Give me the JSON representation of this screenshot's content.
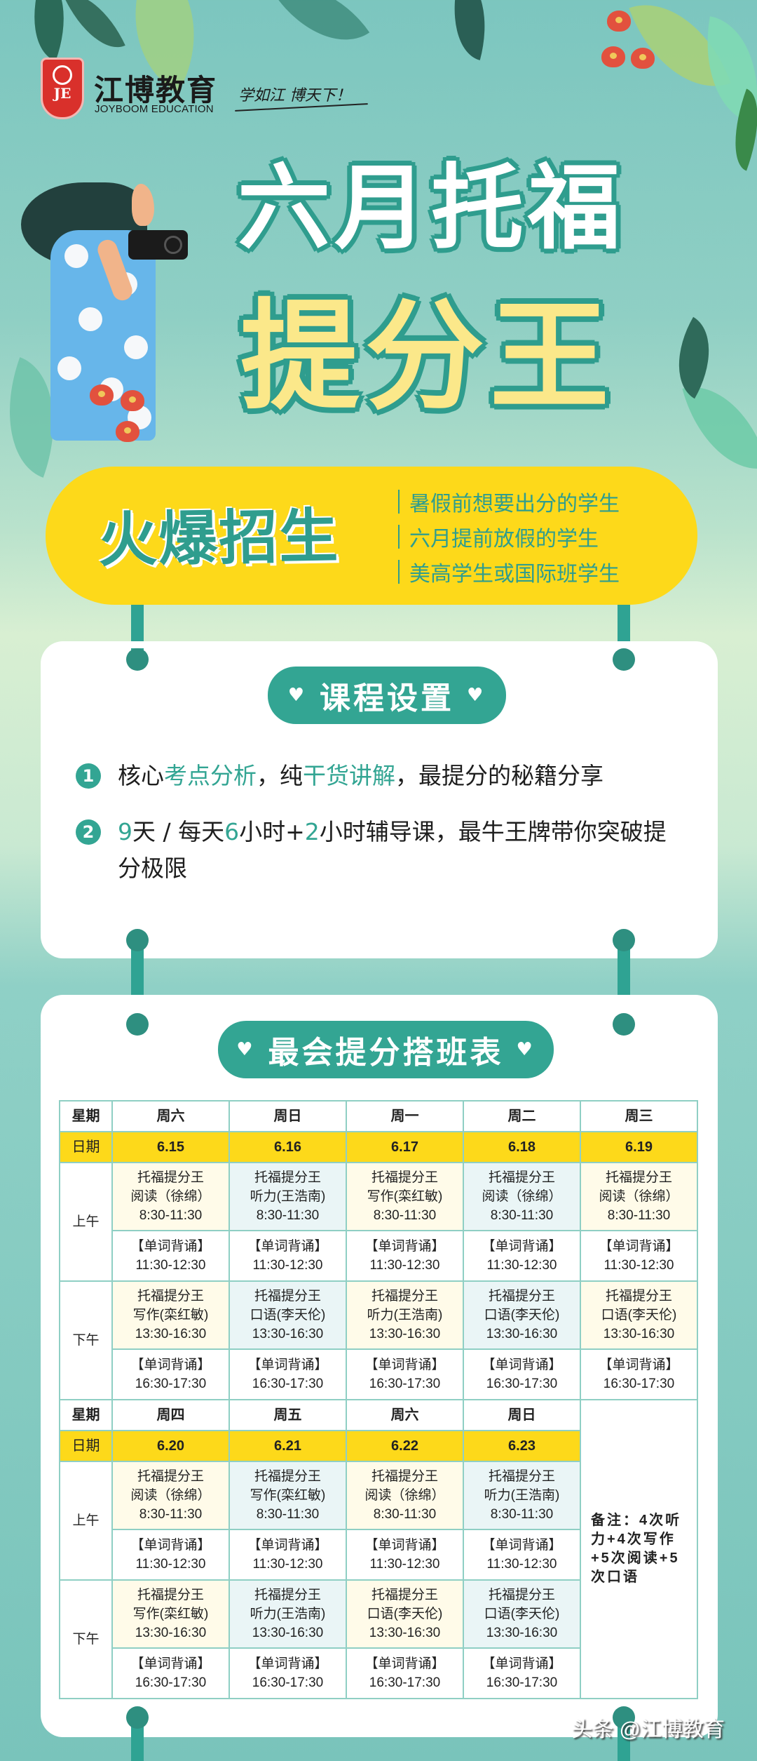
{
  "brand": {
    "logo_mark": "JE",
    "name_cn": "江博教育",
    "name_en": "JOYBOOM EDUCATION",
    "slogan": "学如江 博天下！"
  },
  "hero": {
    "title_line1": "六月托福",
    "title_line2": "提分王"
  },
  "banner": {
    "headline": "火爆招生",
    "targets": [
      "暑假前想要出分的学生",
      "六月提前放假的学生",
      "美高学生或国际班学生"
    ]
  },
  "course_section": {
    "title": "课程设置",
    "heart_icon": "♥",
    "items": [
      {
        "num": "1",
        "parts": [
          {
            "text": "核心",
            "hl": false
          },
          {
            "text": "考点分析",
            "hl": true
          },
          {
            "text": "，纯",
            "hl": false
          },
          {
            "text": "干货讲解",
            "hl": true
          },
          {
            "text": "，最提分的秘籍分享",
            "hl": false
          }
        ]
      },
      {
        "num": "2",
        "parts": [
          {
            "text": "9",
            "hl": true
          },
          {
            "text": "天 / 每天",
            "hl": false
          },
          {
            "text": "6",
            "hl": true
          },
          {
            "text": "小时+",
            "hl": false
          },
          {
            "text": "2",
            "hl": true
          },
          {
            "text": "小时辅导课，最牛王牌带你突破提分极限",
            "hl": false
          }
        ]
      }
    ]
  },
  "schedule": {
    "title": "最会提分搭班表",
    "labels": {
      "weekday": "星期",
      "date": "日期",
      "morning": "上午",
      "afternoon": "下午"
    },
    "week1": {
      "days": [
        "周六",
        "周日",
        "周一",
        "周二",
        "周三"
      ],
      "dates": [
        "6.15",
        "6.16",
        "6.17",
        "6.18",
        "6.19"
      ],
      "am_class": [
        [
          "托福提分王",
          "阅读（徐绵）",
          "8:30-11:30"
        ],
        [
          "托福提分王",
          "听力(王浩南)",
          "8:30-11:30"
        ],
        [
          "托福提分王",
          "写作(栾红敏)",
          "8:30-11:30"
        ],
        [
          "托福提分王",
          "阅读（徐绵）",
          "8:30-11:30"
        ],
        [
          "托福提分王",
          "阅读（徐绵）",
          "8:30-11:30"
        ]
      ],
      "am_word": [
        [
          "【单词背诵】",
          "11:30-12:30"
        ],
        [
          "【单词背诵】",
          "11:30-12:30"
        ],
        [
          "【单词背诵】",
          "11:30-12:30"
        ],
        [
          "【单词背诵】",
          "11:30-12:30"
        ],
        [
          "【单词背诵】",
          "11:30-12:30"
        ]
      ],
      "pm_class": [
        [
          "托福提分王",
          "写作(栾红敏)",
          "13:30-16:30"
        ],
        [
          "托福提分王",
          "口语(李天伦)",
          "13:30-16:30"
        ],
        [
          "托福提分王",
          "听力(王浩南)",
          "13:30-16:30"
        ],
        [
          "托福提分王",
          "口语(李天伦)",
          "13:30-16:30"
        ],
        [
          "托福提分王",
          "口语(李天伦)",
          "13:30-16:30"
        ]
      ],
      "pm_word": [
        [
          "【单词背诵】",
          "16:30-17:30"
        ],
        [
          "【单词背诵】",
          "16:30-17:30"
        ],
        [
          "【单词背诵】",
          "16:30-17:30"
        ],
        [
          "【单词背诵】",
          "16:30-17:30"
        ],
        [
          "【单词背诵】",
          "16:30-17:30"
        ]
      ]
    },
    "week2": {
      "days": [
        "周四",
        "周五",
        "周六",
        "周日"
      ],
      "dates": [
        "6.20",
        "6.21",
        "6.22",
        "6.23"
      ],
      "am_class": [
        [
          "托福提分王",
          "阅读（徐绵）",
          "8:30-11:30"
        ],
        [
          "托福提分王",
          "写作(栾红敏)",
          "8:30-11:30"
        ],
        [
          "托福提分王",
          "阅读（徐绵）",
          "8:30-11:30"
        ],
        [
          "托福提分王",
          "听力(王浩南)",
          "8:30-11:30"
        ]
      ],
      "am_word": [
        [
          "【单词背诵】",
          "11:30-12:30"
        ],
        [
          "【单词背诵】",
          "11:30-12:30"
        ],
        [
          "【单词背诵】",
          "11:30-12:30"
        ],
        [
          "【单词背诵】",
          "11:30-12:30"
        ]
      ],
      "pm_class": [
        [
          "托福提分王",
          "写作(栾红敏)",
          "13:30-16:30"
        ],
        [
          "托福提分王",
          "听力(王浩南)",
          "13:30-16:30"
        ],
        [
          "托福提分王",
          "口语(李天伦)",
          "13:30-16:30"
        ],
        [
          "托福提分王",
          "口语(李天伦)",
          "13:30-16:30"
        ]
      ],
      "pm_word": [
        [
          "【单词背诵】",
          "16:30-17:30"
        ],
        [
          "【单词背诵】",
          "16:30-17:30"
        ],
        [
          "【单词背诵】",
          "16:30-17:30"
        ],
        [
          "【单词背诵】",
          "16:30-17:30"
        ]
      ],
      "note": "备注：4次听力+4次写作+5次阅读+5次口语"
    }
  },
  "watermark": "头条 @江博教育",
  "colors": {
    "teal": "#33a593",
    "yellow": "#fdd91a",
    "cream_cell": "#fffbe9",
    "blue_cell": "#eaf5f6",
    "logo_red": "#d9302b"
  }
}
